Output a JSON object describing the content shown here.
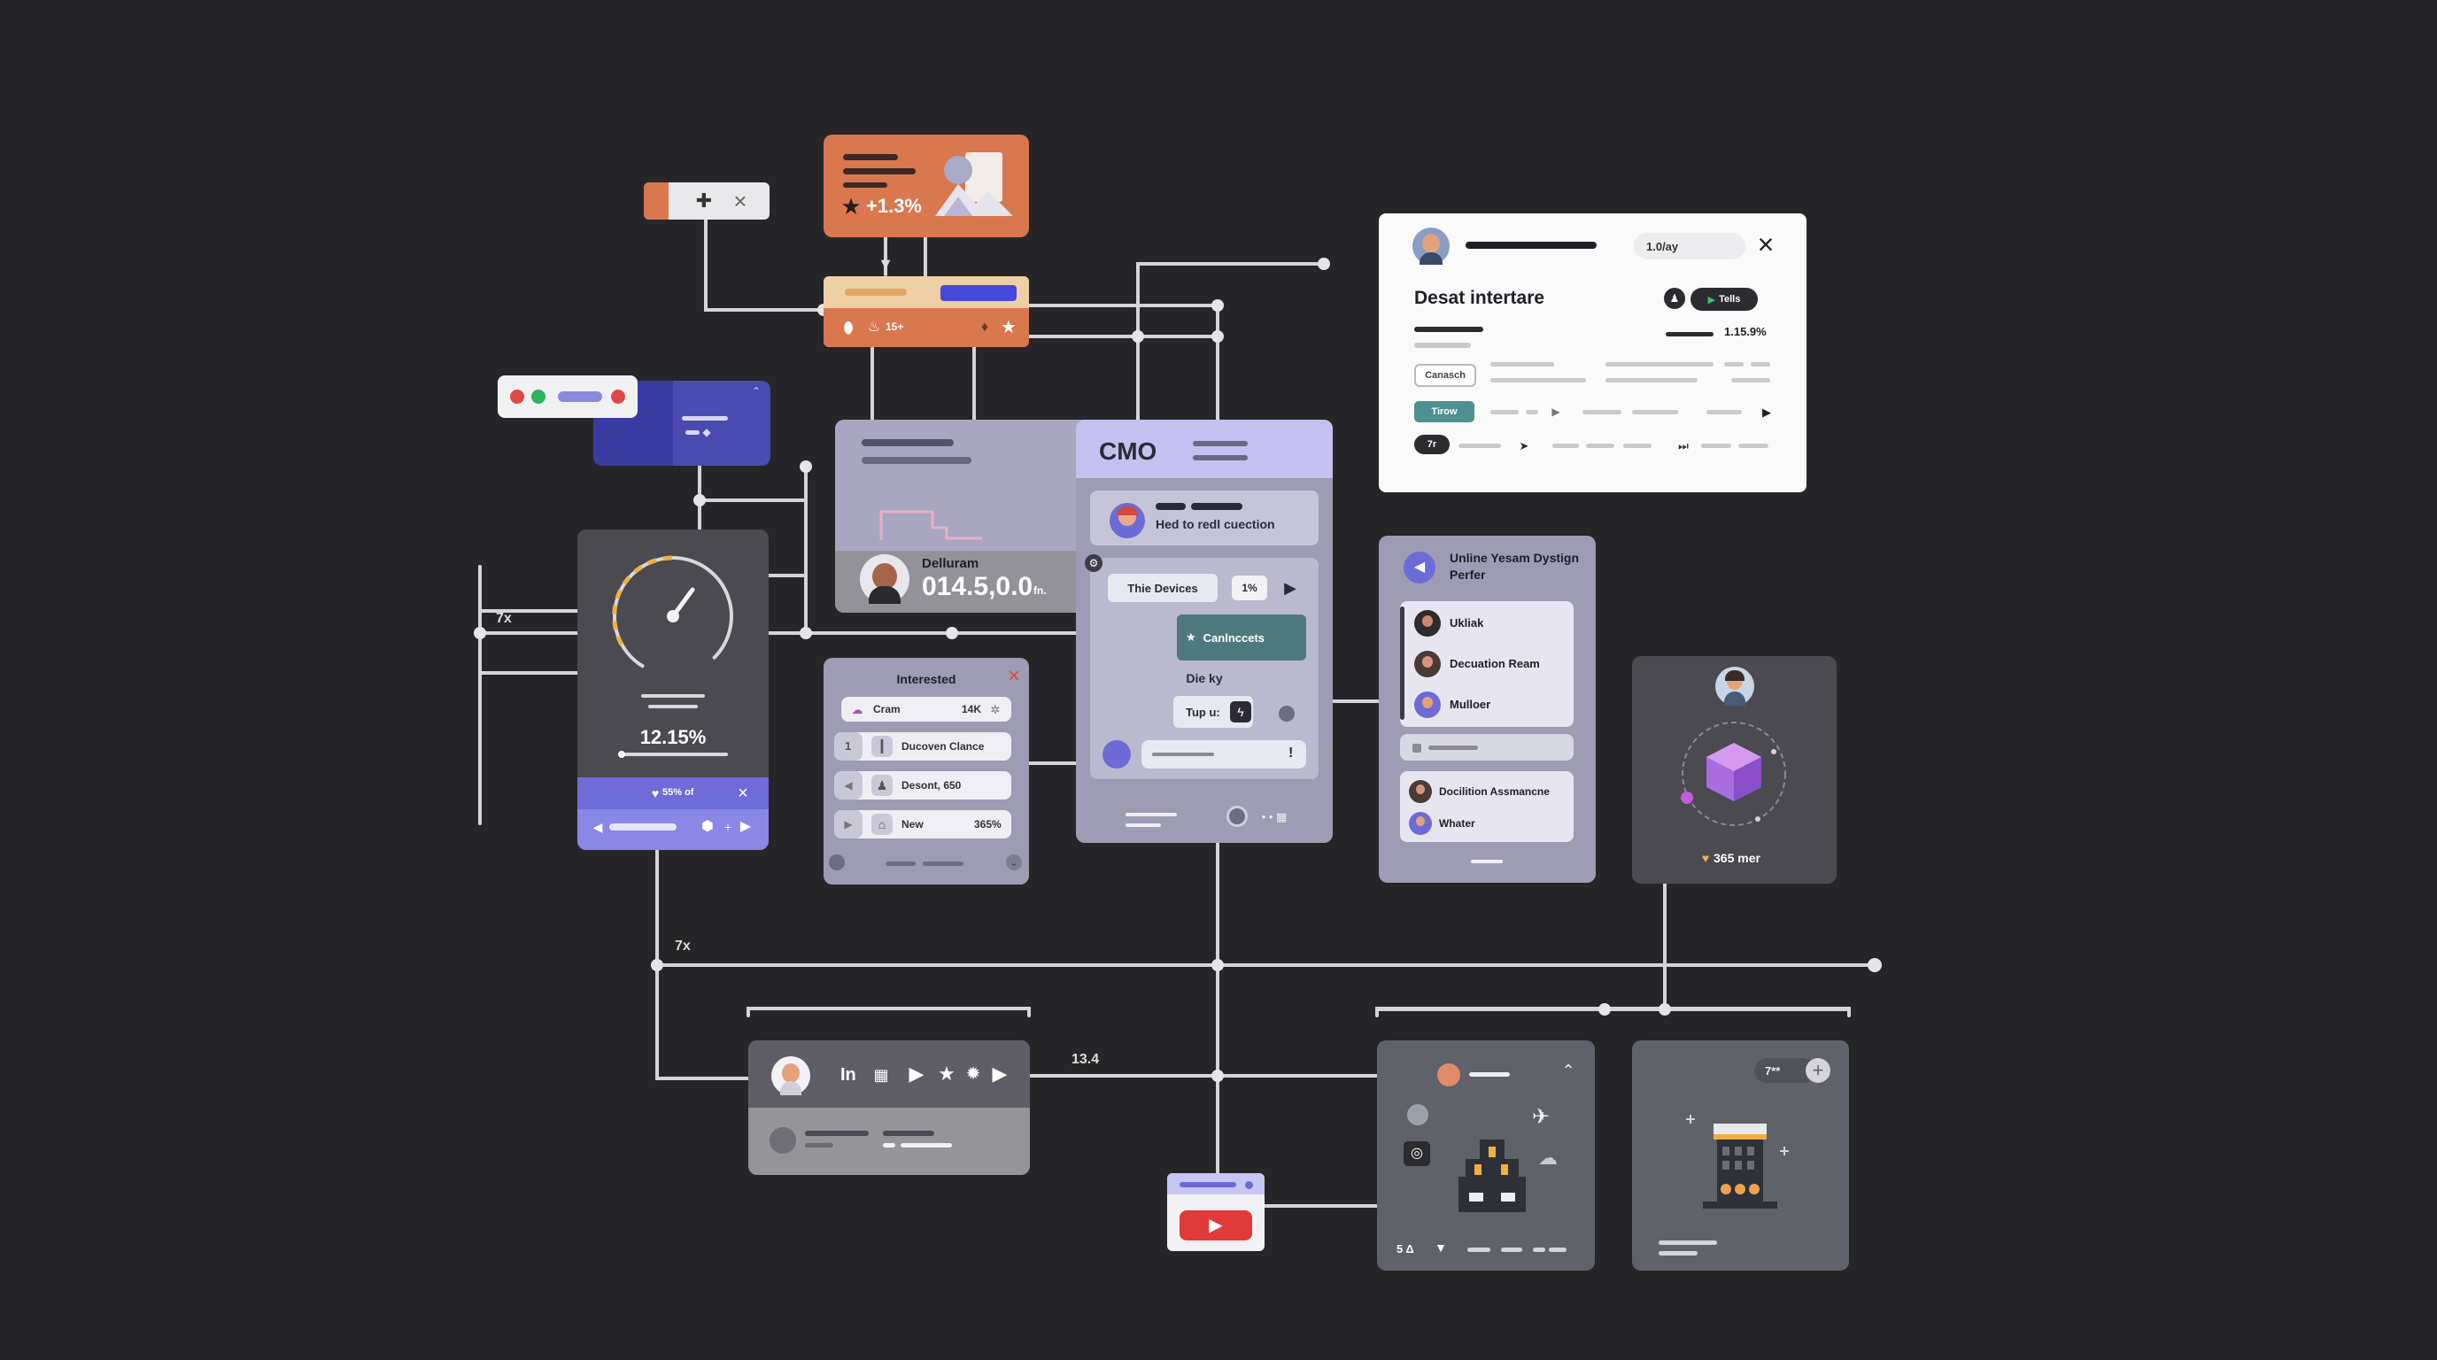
{
  "colors": {
    "background": "#262629",
    "wire": "#d4d4da",
    "orange": "#d9774f",
    "indigo": "#4a4bb0",
    "lavender": "#b7b4dc",
    "slate": "#717080",
    "dark_card": "#3f3f44",
    "white_card": "#fafafa",
    "teal": "#4e8f8f",
    "red": "#e04848",
    "green": "#2db35a"
  },
  "labels": {
    "axis_left": "7x",
    "axis_bottom": "7x",
    "wire_value": "13.4"
  },
  "chip": {
    "close": "×"
  },
  "orange_card": {
    "stat": "+1.3%"
  },
  "orange_bar": {
    "badge": "15+"
  },
  "person_card": {
    "name": "Delluram",
    "value": "014.5,0.0",
    "unit": "fn."
  },
  "gauge": {
    "value": "12.15%",
    "footer_text": "55% of",
    "close": "×"
  },
  "interested": {
    "title": "Interested",
    "close": "×",
    "rows": [
      {
        "label": "Cram",
        "value": "14K",
        "icon": "pin-icon"
      },
      {
        "label": "Ducoven Clance",
        "num": "1",
        "icon": "info-icon"
      },
      {
        "label": "Desont, 650",
        "icon": "person-icon"
      },
      {
        "label": "New",
        "value": "365%",
        "icon": "home-icon"
      }
    ]
  },
  "cmo": {
    "title": "CMO",
    "message": "Hed to redl cuection",
    "devices_label": "Thie Devices",
    "devices_count": "1%",
    "button_label": "Canlnccets",
    "subhead": "Die ky",
    "type_label": "Tup u:",
    "exclaim": "!"
  },
  "white_card": {
    "date": "1.0/ay",
    "close": "×",
    "title": "Desat intertare",
    "tag": "Tells",
    "percent": "1.15.9%",
    "button": "Canasch",
    "chip_teal": "Tirow",
    "chip_dark": "7r"
  },
  "list_panel": {
    "header": "Unline Yesam Dystign Perfer",
    "items": [
      "Ukliak",
      "Decuation Ream",
      "Mulloer"
    ],
    "items2": [
      "Docilition Assmancne",
      "Whater"
    ]
  },
  "cube_card": {
    "stat": "365 mer"
  },
  "media_bar": {
    "label": "In"
  },
  "scene_card": {
    "counter": "5 Δ"
  },
  "building_card": {
    "badge": "7**",
    "plus": "+"
  }
}
